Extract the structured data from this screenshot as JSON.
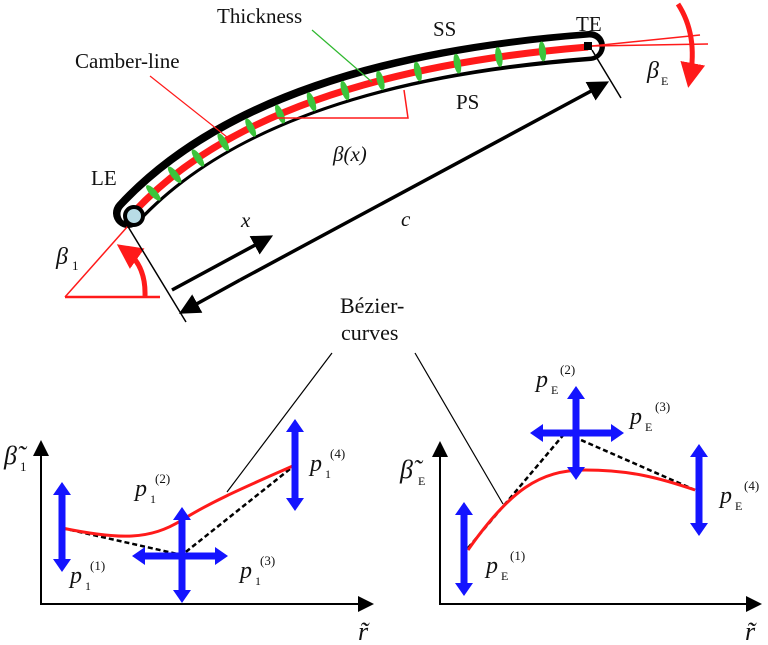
{
  "colors": {
    "camber": "#ff1a1a",
    "thickness": "#3cc43c",
    "outline": "#000000",
    "control_arrow": "#1414ff",
    "le_circle": "#b8dce6",
    "angle": "#ff1a1a"
  },
  "blade": {
    "labels": {
      "thickness": "Thickness",
      "camber_line": "Camber-line",
      "suction_side": "SS",
      "pressure_side": "PS",
      "leading_edge": "LE",
      "trailing_edge": "TE",
      "local_angle": "β(x)",
      "inlet_angle_symbol": "β",
      "inlet_angle_sub": "1",
      "exit_angle_symbol": "β",
      "exit_angle_sub": "E",
      "x_coord": "x",
      "chord": "c"
    }
  },
  "bezier_caption": {
    "line1": "Bézier-",
    "line2": "curves"
  },
  "plots": [
    {
      "id": "inlet",
      "y_axis_symbol": "β̃",
      "y_axis_sub": "1",
      "x_axis_label": "r̃",
      "points": [
        {
          "symbol": "p",
          "sub": "1",
          "sup": "(1)",
          "moves": "vertical"
        },
        {
          "symbol": "p",
          "sub": "1",
          "sup": "(2)",
          "moves": "vertical"
        },
        {
          "symbol": "p",
          "sub": "1",
          "sup": "(3)",
          "moves": "horizontal"
        },
        {
          "symbol": "p",
          "sub": "1",
          "sup": "(4)",
          "moves": "vertical"
        }
      ]
    },
    {
      "id": "exit",
      "y_axis_symbol": "β̃",
      "y_axis_sub": "E",
      "x_axis_label": "r̃",
      "points": [
        {
          "symbol": "p",
          "sub": "E",
          "sup": "(1)",
          "moves": "vertical"
        },
        {
          "symbol": "p",
          "sub": "E",
          "sup": "(2)",
          "moves": "vertical"
        },
        {
          "symbol": "p",
          "sub": "E",
          "sup": "(3)",
          "moves": "horizontal"
        },
        {
          "symbol": "p",
          "sub": "E",
          "sup": "(4)",
          "moves": "vertical"
        }
      ]
    }
  ]
}
